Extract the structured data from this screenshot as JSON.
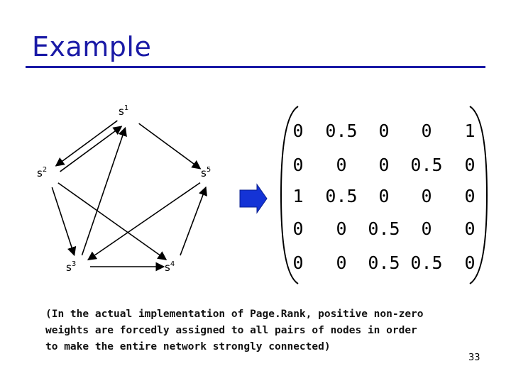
{
  "slide": {
    "title": "Example",
    "page_number": "33"
  },
  "graph": {
    "nodes": [
      {
        "id": "s1",
        "base": "s",
        "index": "1"
      },
      {
        "id": "s2",
        "base": "s",
        "index": "2"
      },
      {
        "id": "s3",
        "base": "s",
        "index": "3"
      },
      {
        "id": "s4",
        "base": "s",
        "index": "4"
      },
      {
        "id": "s5",
        "base": "s",
        "index": "5"
      }
    ],
    "edges": [
      {
        "from": "s1",
        "to": "s2"
      },
      {
        "from": "s2",
        "to": "s1"
      },
      {
        "from": "s1",
        "to": "s5"
      },
      {
        "from": "s2",
        "to": "s3"
      },
      {
        "from": "s5",
        "to": "s3"
      },
      {
        "from": "s3",
        "to": "s1"
      },
      {
        "from": "s2",
        "to": "s4"
      },
      {
        "from": "s3",
        "to": "s4"
      },
      {
        "from": "s4",
        "to": "s5"
      }
    ]
  },
  "matrix": {
    "rows": [
      [
        "0",
        "0.5",
        "0",
        "0",
        "1"
      ],
      [
        "0",
        "0",
        "0",
        "0.5",
        "0"
      ],
      [
        "1",
        "0.5",
        "0",
        "0",
        "0"
      ],
      [
        "0",
        "0",
        "0.5",
        "0",
        "0"
      ],
      [
        "0",
        "0",
        "0.5",
        "0.5",
        "0"
      ]
    ]
  },
  "caption": {
    "lines": [
      "(In the actual implementation of Page.Rank, positive non-zero",
      "weights are forcedly assigned to all pairs of nodes in order",
      "to make the entire network strongly connected)"
    ]
  },
  "colors": {
    "title": "#1a1aa6",
    "arrow_block": "#1433d6"
  }
}
